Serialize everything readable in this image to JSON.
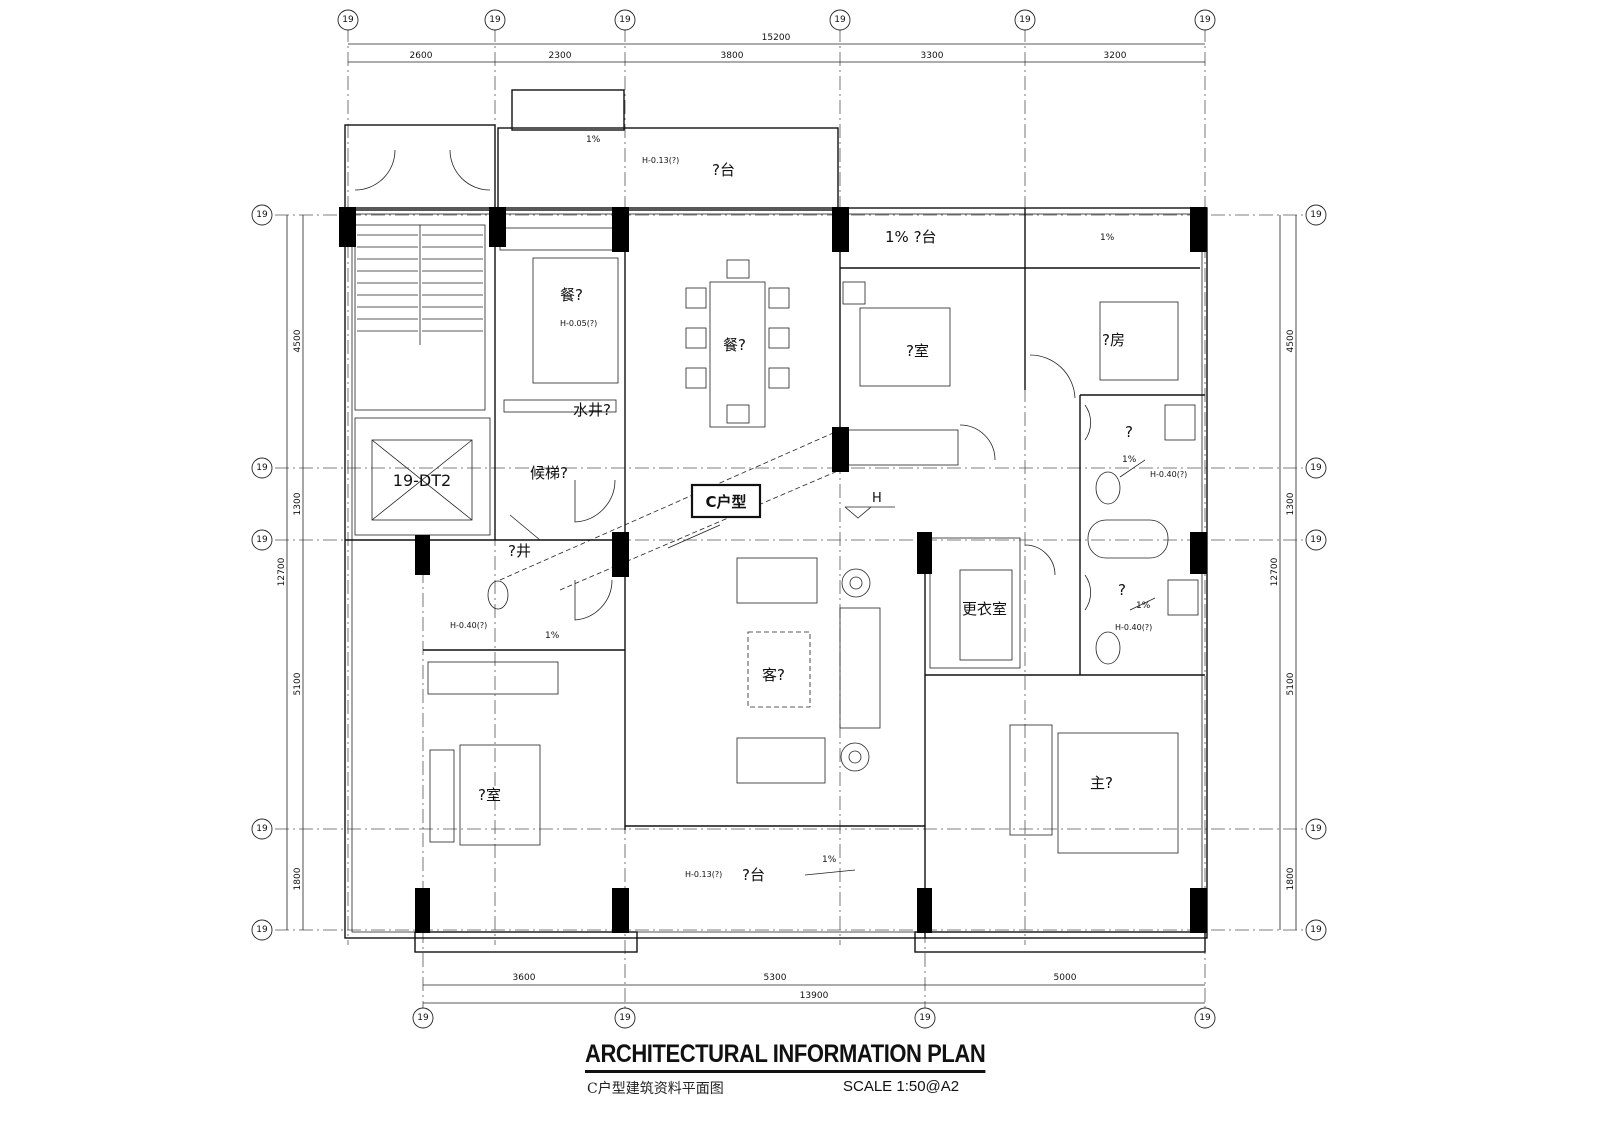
{
  "drawing": {
    "title": "ARCHITECTURAL INFORMATION PLAN",
    "subtitle": "C户型建筑资料平面图",
    "scale": "SCALE 1:50@A2",
    "unit_label": "C户型",
    "elevator_label": "19-DT2"
  },
  "dimensions": {
    "top_total": "15200",
    "top_segments": [
      "2600",
      "2300",
      "3800",
      "3300",
      "3200"
    ],
    "bottom_total": "13900",
    "bottom_segments": [
      "3600",
      "5300",
      "5000"
    ],
    "left_total": "12700",
    "left_segments": [
      "4500",
      "1300",
      "5100",
      "1800"
    ],
    "right_total": "12700",
    "right_segments": [
      "4500",
      "1300",
      "5100",
      "1800"
    ]
  },
  "grid_bubbles": {
    "top": [
      "19",
      "19",
      "19",
      "19",
      "19",
      "19"
    ],
    "bottom": [
      "19",
      "19",
      "19",
      "19"
    ],
    "left": [
      "19",
      "19",
      "19",
      "19",
      "19"
    ],
    "right": [
      "19",
      "19",
      "19",
      "19",
      "19"
    ]
  },
  "rooms": [
    {
      "label": "?台"
    },
    {
      "label": "餐?"
    },
    {
      "label": "餐?"
    },
    {
      "label": "水井?"
    },
    {
      "label": "候梯?"
    },
    {
      "label": "?井"
    },
    {
      "label": "1% ?台"
    },
    {
      "label": "?室"
    },
    {
      "label": "?房"
    },
    {
      "label": "客?"
    },
    {
      "label": "更衣室"
    },
    {
      "label": "主?"
    },
    {
      "label": "?室"
    },
    {
      "label": "?台"
    },
    {
      "label": "?"
    },
    {
      "label": "?"
    }
  ],
  "annotations": {
    "elevations": [
      "H-0.13(?)",
      "H-0.05(?)",
      "H-0.40(?)",
      "H-0.40(?)",
      "H-0.40(?)",
      "H-0.13(?)"
    ],
    "slopes": [
      "1%",
      "1%",
      "1%",
      "1%",
      "1%",
      "1%"
    ],
    "h_marker": "H"
  },
  "colors": {
    "line": "#111111",
    "column": "#000000",
    "paper": "#ffffff"
  }
}
